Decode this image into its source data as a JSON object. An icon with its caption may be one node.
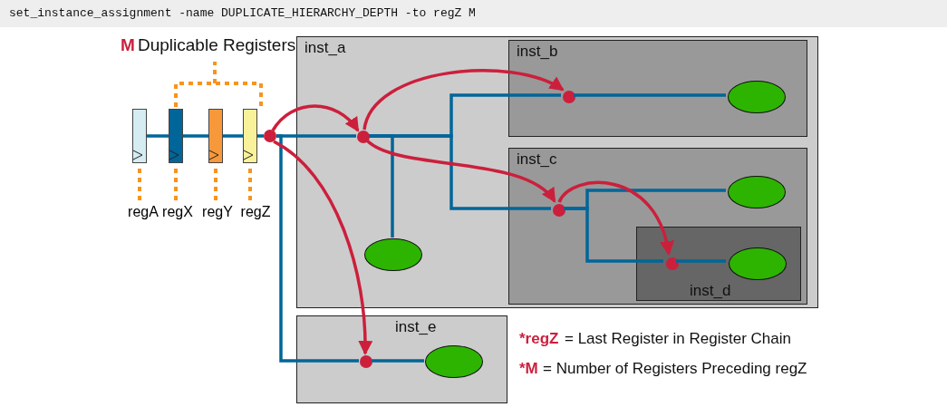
{
  "diagram": {
    "nodes": [
      {
        "text": [
          "inst_a"
        ]
      },
      {
        "text": [
          "inst_b"
        ],
        "in": 0
      },
      {
        "text": [
          "inst_c"
        ],
        "in": 0
      },
      {
        "text": [
          "inst_d"
        ],
        "in": 2
      },
      {
        "text": [
          "inst_e"
        ]
      },
      {
        "text": [],
        "shape": "box"
      },
      {
        "text": [],
        "shape": "box"
      },
      {
        "text": [],
        "shape": "box"
      },
      {
        "text": [],
        "shape": "box"
      },
      {
        "text": [
          "regA"
        ]
      },
      {
        "text": [
          "regX"
        ]
      },
      {
        "text": [
          "regY"
        ]
      },
      {
        "text": [
          "regZ"
        ]
      },
      {
        "text": [],
        "shape": "circle"
      },
      {
        "text": [],
        "shape": "circle",
        "in": 0
      },
      {
        "text": [],
        "shape": "ellipse",
        "in": 0
      },
      {
        "text": [],
        "shape": "circle",
        "in": 1
      },
      {
        "text": [],
        "shape": "ellipse",
        "in": 1
      },
      {
        "text": [],
        "shape": "circle",
        "in": 2
      },
      {
        "text": [],
        "shape": "ellipse",
        "in": 2
      },
      {
        "text": [],
        "shape": "circle",
        "in": 3
      },
      {
        "text": [],
        "shape": "ellipse",
        "in": 3
      },
      {
        "text": [],
        "shape": "circle",
        "in": 4
      },
      {
        "text": [],
        "shape": "ellipse",
        "in": 4
      }
    ],
    "edges": [
      {
        "from": 5,
        "to": 6,
        "arrow": "none"
      },
      {
        "from": 6,
        "to": 7,
        "arrow": "none"
      },
      {
        "from": 7,
        "to": 8,
        "arrow": "none"
      },
      {
        "from": 8,
        "to": 13,
        "arrow": "none"
      },
      {
        "from": 13,
        "to": 14,
        "arrow": "none"
      },
      {
        "from": 14,
        "to": 15,
        "arrow": "none"
      },
      {
        "from": 14,
        "to": 16,
        "arrow": "none"
      },
      {
        "from": 16,
        "to": 17,
        "arrow": "none"
      },
      {
        "from": 14,
        "to": 18,
        "arrow": "none"
      },
      {
        "from": 18,
        "to": 19,
        "arrow": "none"
      },
      {
        "from": 18,
        "to": 20,
        "arrow": "none"
      },
      {
        "from": 20,
        "to": 21,
        "arrow": "none"
      },
      {
        "from": 13,
        "to": 22,
        "arrow": "none"
      },
      {
        "from": 22,
        "to": 23,
        "arrow": "none"
      },
      {
        "from": 13,
        "to": 14,
        "arrow": "to",
        "color": "#cc1f3c"
      },
      {
        "from": 14,
        "to": 16,
        "arrow": "to",
        "color": "#cc1f3c"
      },
      {
        "from": 14,
        "to": 18,
        "arrow": "to",
        "color": "#cc1f3c"
      },
      {
        "from": 18,
        "to": 20,
        "arrow": "to",
        "color": "#cc1f3c"
      },
      {
        "from": 13,
        "to": 22,
        "arrow": "to",
        "color": "#cc1f3c"
      },
      {
        "from": 9,
        "to": 5,
        "arrow": "none",
        "style": "dashed",
        "color": "#f7941d"
      },
      {
        "from": 10,
        "to": 6,
        "arrow": "none",
        "style": "dashed",
        "color": "#f7941d"
      },
      {
        "from": 11,
        "to": 7,
        "arrow": "none",
        "style": "dashed",
        "color": "#f7941d"
      },
      {
        "from": 12,
        "to": 8,
        "arrow": "none",
        "style": "dashed",
        "color": "#f7941d"
      }
    ],
    "labels": [
      "set_instance_assignment -name DUPLICATE_HIERARCHY_DEPTH -to regZ M",
      "M",
      "Duplicable Registers",
      "*regZ",
      "= Last Register in Register Chain",
      "*M",
      "= Number of Registers Preceding regZ"
    ]
  }
}
